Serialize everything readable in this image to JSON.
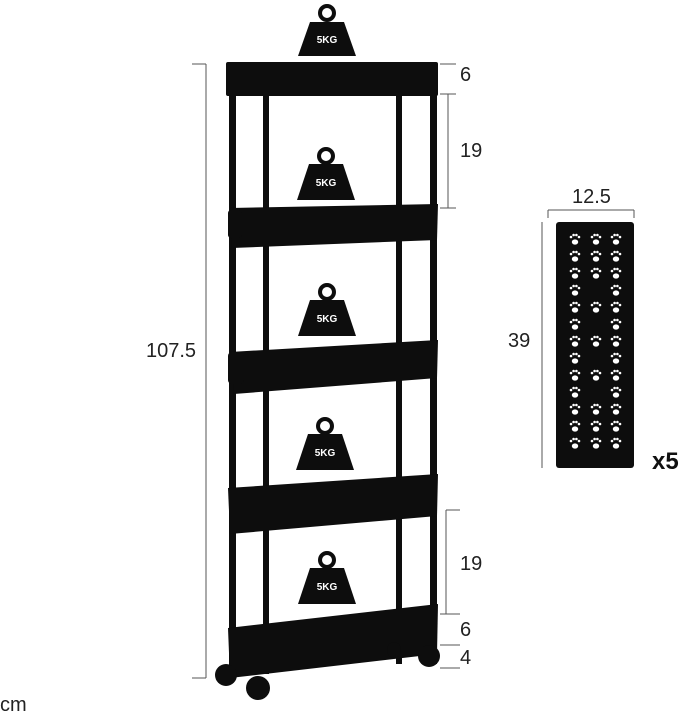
{
  "weight_label": "5KG",
  "dimensions": {
    "total_height": "107.5",
    "top_gap": "6",
    "top_shelf_spacing": "19",
    "bottom_shelf_spacing": "19",
    "bottom_basket": "6",
    "wheel": "4",
    "panel_width": "12.5",
    "panel_height": "39",
    "panel_count": "x5",
    "unit": "cm"
  },
  "colors": {
    "product": "#0d0d0d",
    "dimension_line": "#555555",
    "paw": "#ffffff"
  },
  "icons": [
    "weight-icon",
    "paw-print-icon",
    "caster-wheel-icon"
  ]
}
